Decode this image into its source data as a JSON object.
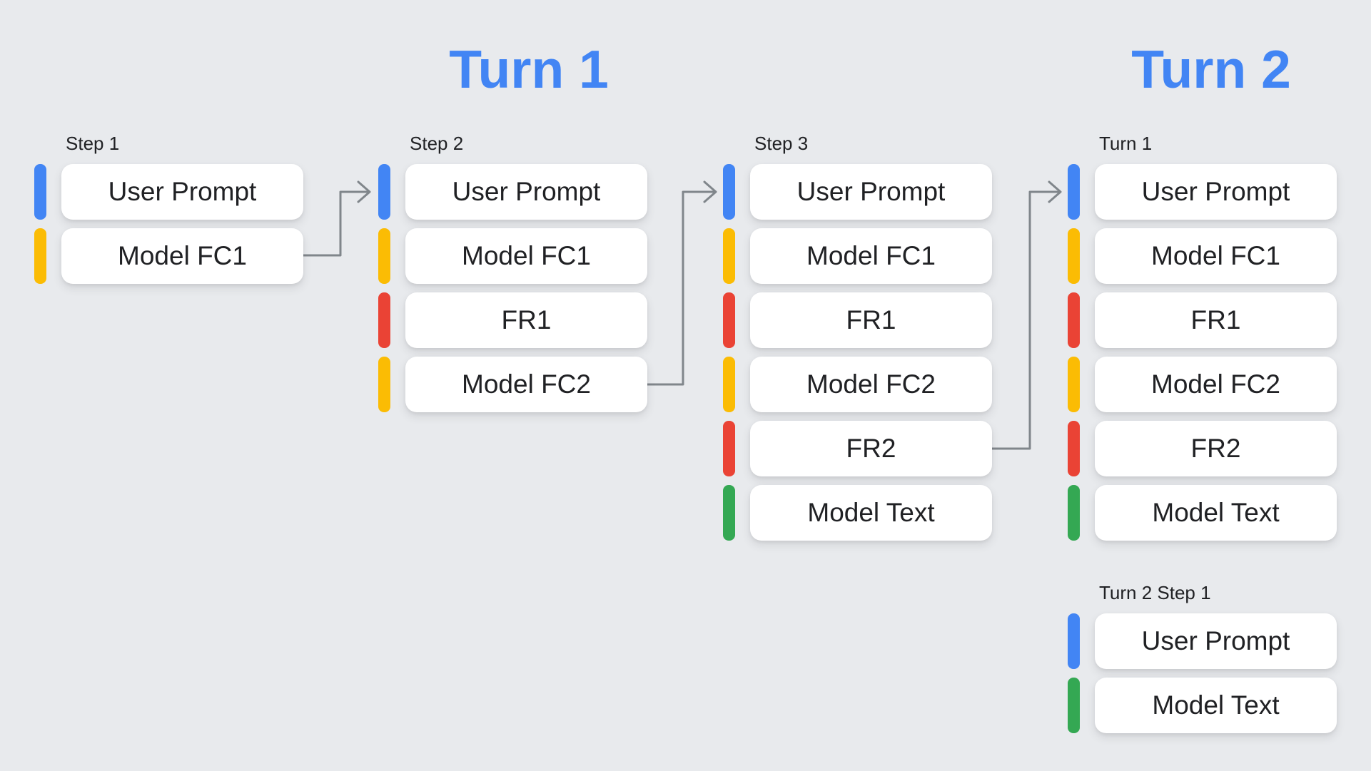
{
  "headings": {
    "turn1": "Turn 1",
    "turn2": "Turn 2"
  },
  "palette": {
    "background": "#E8EAED",
    "heading_blue": "#4285F4",
    "arrow_gray": "#80868B",
    "user_prompt_blue": "#4285F4",
    "model_fc_yellow": "#FBBC04",
    "function_response_red": "#EA4335",
    "model_text_green": "#34A853",
    "box_white": "#FFFFFF",
    "text_dark": "#202124"
  },
  "columns": [
    {
      "label": "Step 1",
      "boxes": [
        {
          "label": "User Prompt",
          "color": "#4285F4"
        },
        {
          "label": "Model FC1",
          "color": "#FBBC04"
        }
      ]
    },
    {
      "label": "Step 2",
      "boxes": [
        {
          "label": "User Prompt",
          "color": "#4285F4"
        },
        {
          "label": "Model FC1",
          "color": "#FBBC04"
        },
        {
          "label": "FR1",
          "color": "#EA4335"
        },
        {
          "label": "Model FC2",
          "color": "#FBBC04"
        }
      ]
    },
    {
      "label": "Step 3",
      "boxes": [
        {
          "label": "User Prompt",
          "color": "#4285F4"
        },
        {
          "label": "Model FC1",
          "color": "#FBBC04"
        },
        {
          "label": "FR1",
          "color": "#EA4335"
        },
        {
          "label": "Model FC2",
          "color": "#FBBC04"
        },
        {
          "label": "FR2",
          "color": "#EA4335"
        },
        {
          "label": "Model Text",
          "color": "#34A853"
        }
      ]
    },
    {
      "label": "Turn 1",
      "boxes": [
        {
          "label": "User Prompt",
          "color": "#4285F4"
        },
        {
          "label": "Model FC1",
          "color": "#FBBC04"
        },
        {
          "label": "FR1",
          "color": "#EA4335"
        },
        {
          "label": "Model FC2",
          "color": "#FBBC04"
        },
        {
          "label": "FR2",
          "color": "#EA4335"
        },
        {
          "label": "Model Text",
          "color": "#34A853"
        }
      ]
    },
    {
      "label": "Turn 2 Step 1",
      "boxes": [
        {
          "label": "User Prompt",
          "color": "#4285F4"
        },
        {
          "label": "Model Text",
          "color": "#34A853"
        }
      ]
    }
  ]
}
